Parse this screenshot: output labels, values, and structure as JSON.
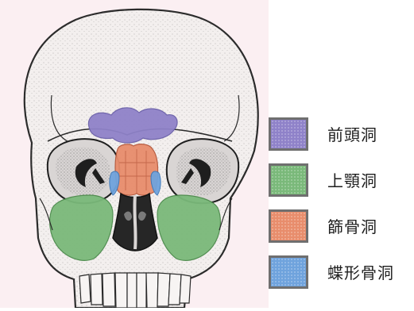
{
  "colors": {
    "background": "#ffffff",
    "paper": "#fbeff2",
    "bone": "#f3efee",
    "outline": "#2b2b2b",
    "frontal_sinus": "#8f82c9",
    "maxillary_sinus": "#7ab97a",
    "ethmoid_sinus": "#e88d6c",
    "sphenoid_sinus": "#6fa3dd"
  },
  "legend": [
    {
      "label": "前頭洞",
      "color": "#8f82c9",
      "icon": "frontal-sinus-swatch"
    },
    {
      "label": "上顎洞",
      "color": "#7ab97a",
      "icon": "maxillary-sinus-swatch"
    },
    {
      "label": "篩骨洞",
      "color": "#e88d6c",
      "icon": "ethmoid-sinus-swatch"
    },
    {
      "label": "蝶形骨洞",
      "color": "#6fa3dd",
      "icon": "sphenoid-sinus-swatch"
    }
  ],
  "illustration": {
    "subject": "skull-front-view-icon"
  }
}
